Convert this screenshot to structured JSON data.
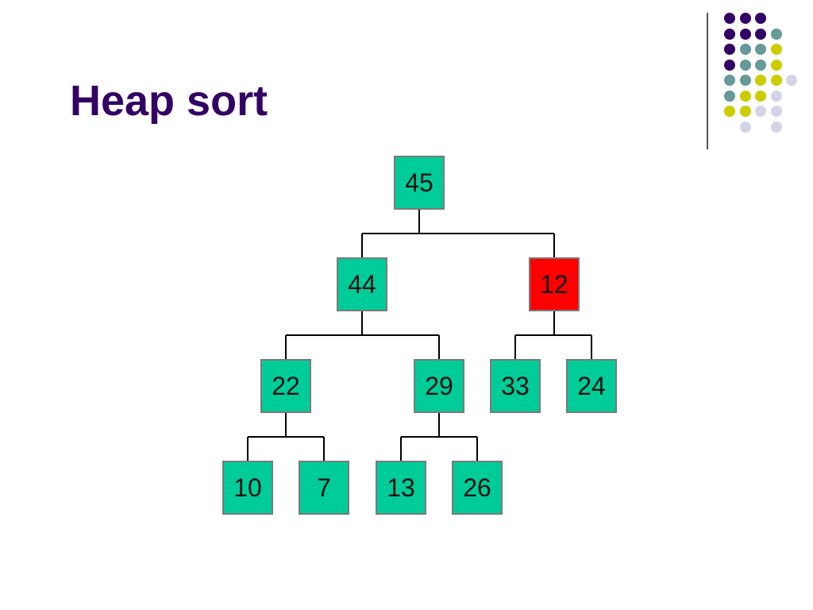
{
  "slide": {
    "title": "Heap sort"
  },
  "colors": {
    "title": "#330066",
    "node_default": "#00cc99",
    "node_highlight": "#ff0000",
    "edge": "#000000",
    "dot_purple": "#330066",
    "dot_teal": "#669999",
    "dot_yellow": "#cccc00",
    "dot_lavender": "#d4d4e8"
  },
  "heap": {
    "nodes": [
      {
        "id": "n0",
        "value": "45",
        "highlight": false
      },
      {
        "id": "n1",
        "value": "44",
        "highlight": false
      },
      {
        "id": "n2",
        "value": "12",
        "highlight": true
      },
      {
        "id": "n3",
        "value": "22",
        "highlight": false
      },
      {
        "id": "n4",
        "value": "29",
        "highlight": false
      },
      {
        "id": "n5",
        "value": "33",
        "highlight": false
      },
      {
        "id": "n6",
        "value": "24",
        "highlight": false
      },
      {
        "id": "n7",
        "value": "10",
        "highlight": false
      },
      {
        "id": "n8",
        "value": "7",
        "highlight": false
      },
      {
        "id": "n9",
        "value": "13",
        "highlight": false
      },
      {
        "id": "n10",
        "value": "26",
        "highlight": false
      }
    ],
    "edges": [
      [
        "n0",
        "n1"
      ],
      [
        "n0",
        "n2"
      ],
      [
        "n1",
        "n3"
      ],
      [
        "n1",
        "n4"
      ],
      [
        "n2",
        "n5"
      ],
      [
        "n2",
        "n6"
      ],
      [
        "n3",
        "n7"
      ],
      [
        "n3",
        "n8"
      ],
      [
        "n4",
        "n9"
      ],
      [
        "n4",
        "n10"
      ]
    ]
  }
}
